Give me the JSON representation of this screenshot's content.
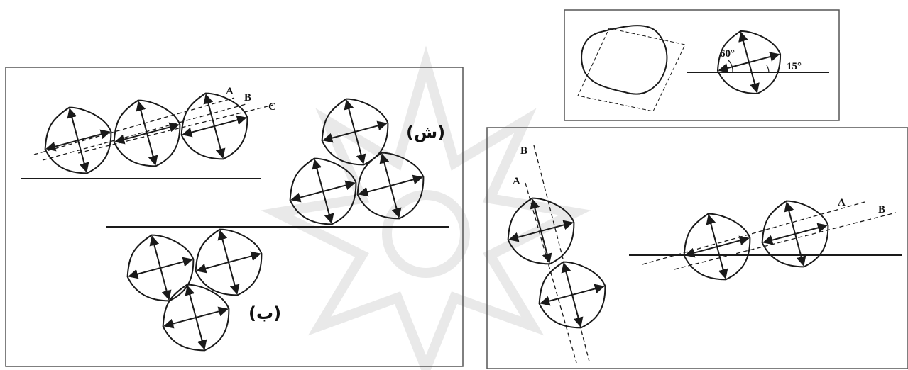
{
  "colors": {
    "ink": "#1a1a1a",
    "watermark": "#d9d9d9",
    "background": "#ffffff"
  },
  "panel_left": {
    "row_labels": [
      "A",
      "B",
      "C"
    ],
    "caption_top": "(ش)",
    "caption_bottom": "(ب)"
  },
  "panel_top_right": {
    "angle_large": "60°",
    "angle_small": "15°"
  },
  "panel_bottom_right": {
    "vertical_labels": [
      "B",
      "A"
    ],
    "horizontal_labels": [
      "A",
      "B"
    ]
  }
}
